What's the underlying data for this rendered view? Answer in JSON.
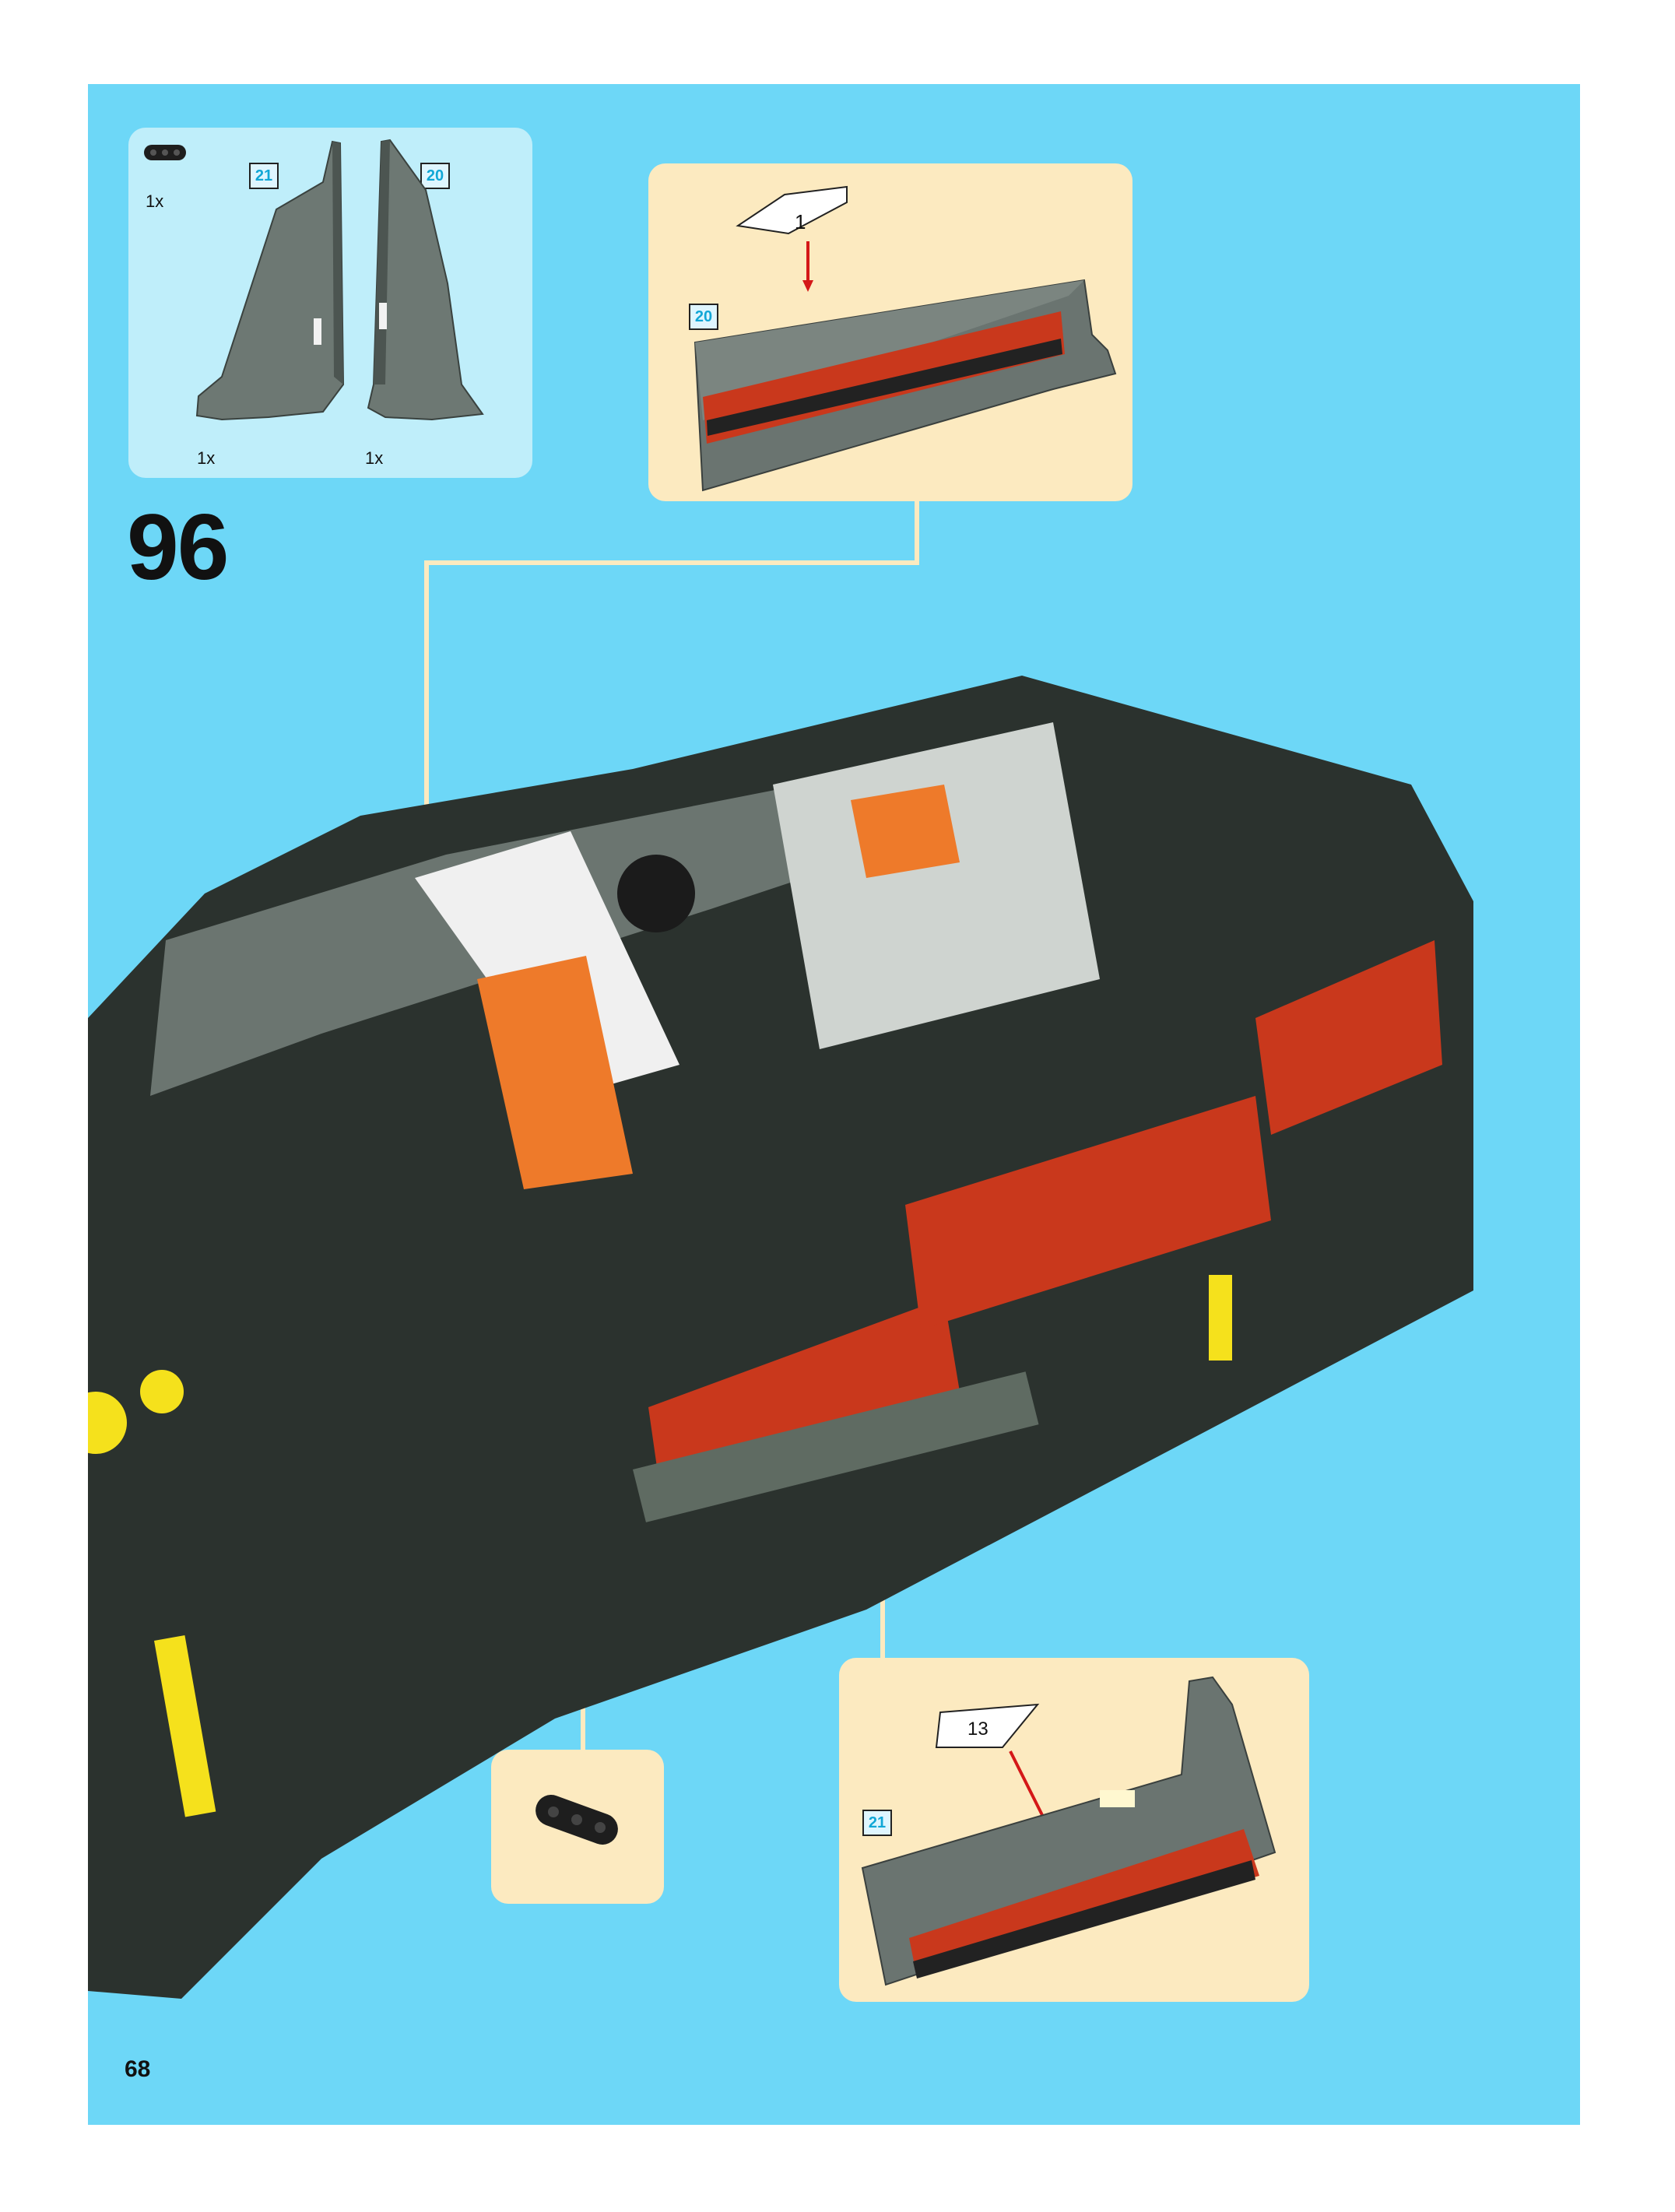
{
  "step": {
    "number": "96"
  },
  "parts_box": {
    "items": [
      {
        "qty": "1x",
        "name": "beam"
      },
      {
        "qty": "1x",
        "name": "panel-21",
        "tag": "21"
      },
      {
        "qty": "1x",
        "name": "panel-20",
        "tag": "20"
      }
    ]
  },
  "callout_top": {
    "tag": "20",
    "sticker": "1"
  },
  "callout_bottom": {
    "tag": "21",
    "sticker": "13"
  },
  "page": {
    "number": "68"
  },
  "colors": {
    "background": "#6dd7f7",
    "parts_box": "#bfeefa",
    "callout": "#fceac0",
    "tag_text": "#12a7d6"
  }
}
